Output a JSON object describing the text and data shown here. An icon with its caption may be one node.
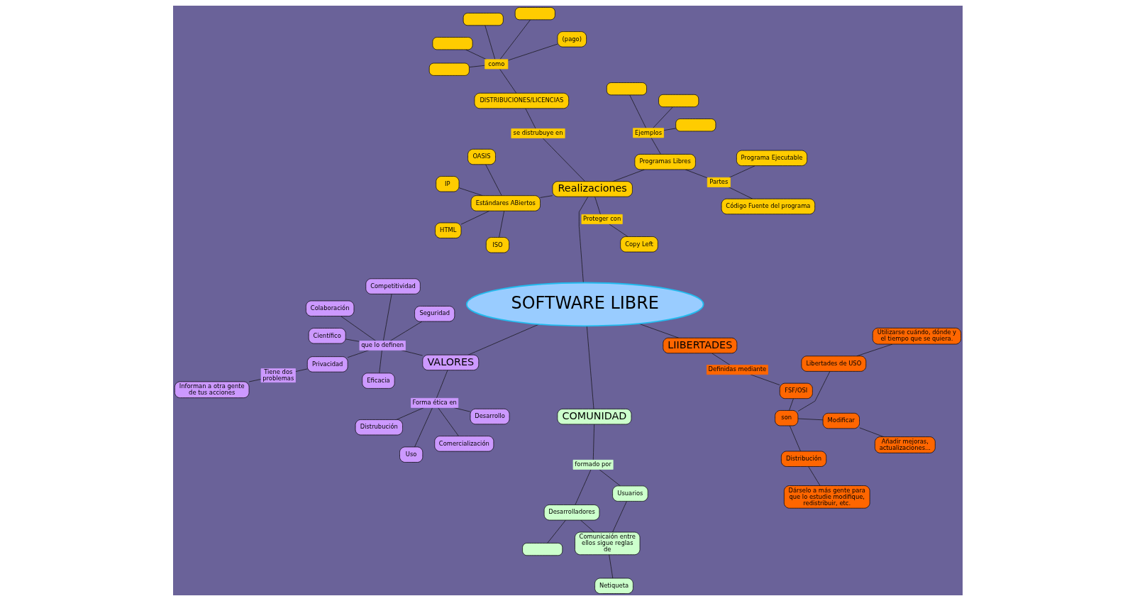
{
  "diagram": {
    "nodes": [
      {
        "text": [
          "SOFTWARE LIBRE"
        ]
      },
      {
        "text": [
          "COMUNIDAD"
        ]
      },
      {
        "text": [
          "formado por"
        ]
      },
      {
        "text": [
          "Desarrolladores"
        ]
      },
      {
        "text": [
          "Usuarios"
        ]
      },
      {
        "text": [],
        "shape": "box"
      },
      {
        "text": [
          "Comunicaión entre ellos sigue reglas de"
        ]
      },
      {
        "text": [
          "Netiqueta"
        ]
      },
      {
        "text": [
          "VALORES"
        ]
      },
      {
        "text": [
          "Forma ética en"
        ]
      },
      {
        "text": [
          "Uso"
        ]
      },
      {
        "text": [
          "Distrubución"
        ]
      },
      {
        "text": [
          "Comercialización"
        ]
      },
      {
        "text": [
          "Desarrollo"
        ]
      },
      {
        "text": [
          "que lo definen"
        ]
      },
      {
        "text": [
          "Privacidad"
        ]
      },
      {
        "text": [
          "Tiene dos problemas"
        ]
      },
      {
        "text": [
          "Informan a otra gente de tus acciones"
        ]
      },
      {
        "text": [
          "Colaboración"
        ]
      },
      {
        "text": [
          "Competitividad"
        ]
      },
      {
        "text": [
          "Eficacia"
        ]
      },
      {
        "text": [
          "Científico"
        ]
      },
      {
        "text": [
          "Seguridad"
        ]
      },
      {
        "text": [
          "LIIBERTADES"
        ]
      },
      {
        "text": [
          "Definidas mediante"
        ]
      },
      {
        "text": [
          "FSF/OSI"
        ]
      },
      {
        "text": [
          "son"
        ]
      },
      {
        "text": [
          "Libertades de USO"
        ]
      },
      {
        "text": [
          "Modificar"
        ]
      },
      {
        "text": [
          "Distribución"
        ]
      },
      {
        "text": [
          "Utilizarse cuándo, dónde y el tiempo que se quiera."
        ]
      },
      {
        "text": [
          "Añadir mejoras, actualizaciones..."
        ]
      },
      {
        "text": [
          "Dárselo a más gente para que lo estudie modifique, redistribuir, etc."
        ]
      },
      {
        "text": [
          "Realizaciones"
        ]
      },
      {
        "text": [
          "Estándares ABiertos"
        ]
      },
      {
        "text": [
          "ISO"
        ]
      },
      {
        "text": [
          "HTML"
        ]
      },
      {
        "text": [
          "OASIS"
        ]
      },
      {
        "text": [
          "IP"
        ]
      },
      {
        "text": [
          "se distrubuye en"
        ]
      },
      {
        "text": [
          "DISTRIBUCIONES/LICENCIAS"
        ]
      },
      {
        "text": [
          "como"
        ]
      },
      {
        "text": [],
        "shape": "box"
      },
      {
        "text": [],
        "shape": "box"
      },
      {
        "text": [],
        "shape": "box"
      },
      {
        "text": [],
        "shape": "box"
      },
      {
        "text": [
          "(pago)"
        ]
      },
      {
        "text": [
          "Programas Libres"
        ]
      },
      {
        "text": [
          "Partes"
        ]
      },
      {
        "text": [
          "Programa Ejecutable"
        ]
      },
      {
        "text": [
          "Código Fuente del programa"
        ]
      },
      {
        "text": [
          "Ejemplos"
        ]
      },
      {
        "text": [],
        "shape": "box"
      },
      {
        "text": [],
        "shape": "box"
      },
      {
        "text": [],
        "shape": "box"
      },
      {
        "text": [
          "Proteger con"
        ]
      },
      {
        "text": [
          "Copy Left"
        ]
      }
    ],
    "edges": [
      {
        "from": 0,
        "to": 1,
        "arrow": "none"
      },
      {
        "from": 1,
        "to": 2,
        "arrow": "none"
      },
      {
        "from": 2,
        "to": 3,
        "arrow": "none"
      },
      {
        "from": 2,
        "to": 4,
        "arrow": "none"
      },
      {
        "from": 3,
        "to": 5,
        "arrow": "none"
      },
      {
        "from": 3,
        "to": 6,
        "arrow": "none"
      },
      {
        "from": 4,
        "to": 6,
        "arrow": "none"
      },
      {
        "from": 6,
        "to": 7,
        "arrow": "none"
      },
      {
        "from": 0,
        "to": 8,
        "arrow": "none"
      },
      {
        "from": 8,
        "to": 9,
        "arrow": "none"
      },
      {
        "from": 9,
        "to": 10,
        "arrow": "none"
      },
      {
        "from": 9,
        "to": 11,
        "arrow": "none"
      },
      {
        "from": 9,
        "to": 12,
        "arrow": "none"
      },
      {
        "from": 9,
        "to": 13,
        "arrow": "none"
      },
      {
        "from": 8,
        "to": 14,
        "arrow": "none"
      },
      {
        "from": 14,
        "to": 15,
        "arrow": "none"
      },
      {
        "from": 15,
        "to": 16,
        "arrow": "none"
      },
      {
        "from": 16,
        "to": 17,
        "arrow": "none"
      },
      {
        "from": 14,
        "to": 18,
        "arrow": "none"
      },
      {
        "from": 14,
        "to": 19,
        "arrow": "none"
      },
      {
        "from": 14,
        "to": 20,
        "arrow": "none"
      },
      {
        "from": 14,
        "to": 21,
        "arrow": "none"
      },
      {
        "from": 14,
        "to": 22,
        "arrow": "none"
      },
      {
        "from": 0,
        "to": 23,
        "arrow": "none"
      },
      {
        "from": 23,
        "to": 24,
        "arrow": "none"
      },
      {
        "from": 24,
        "to": 25,
        "arrow": "none"
      },
      {
        "from": 25,
        "to": 26,
        "arrow": "none"
      },
      {
        "from": 26,
        "to": 27,
        "arrow": "none"
      },
      {
        "from": 26,
        "to": 28,
        "arrow": "none"
      },
      {
        "from": 26,
        "to": 29,
        "arrow": "none"
      },
      {
        "from": 27,
        "to": 30,
        "arrow": "none"
      },
      {
        "from": 28,
        "to": 31,
        "arrow": "none"
      },
      {
        "from": 29,
        "to": 32,
        "arrow": "none"
      },
      {
        "from": 0,
        "to": 33,
        "arrow": "none"
      },
      {
        "from": 33,
        "to": 34,
        "arrow": "none"
      },
      {
        "from": 34,
        "to": 35,
        "arrow": "none"
      },
      {
        "from": 34,
        "to": 36,
        "arrow": "none"
      },
      {
        "from": 34,
        "to": 37,
        "arrow": "none"
      },
      {
        "from": 34,
        "to": 38,
        "arrow": "none"
      },
      {
        "from": 33,
        "to": 39,
        "arrow": "none"
      },
      {
        "from": 39,
        "to": 40,
        "arrow": "none"
      },
      {
        "from": 40,
        "to": 41,
        "arrow": "none"
      },
      {
        "from": 41,
        "to": 42,
        "arrow": "none"
      },
      {
        "from": 41,
        "to": 43,
        "arrow": "none"
      },
      {
        "from": 41,
        "to": 44,
        "arrow": "none"
      },
      {
        "from": 41,
        "to": 45,
        "arrow": "none"
      },
      {
        "from": 41,
        "to": 46,
        "arrow": "none"
      },
      {
        "from": 33,
        "to": 47,
        "arrow": "none"
      },
      {
        "from": 47,
        "to": 48,
        "arrow": "none"
      },
      {
        "from": 48,
        "to": 49,
        "arrow": "none"
      },
      {
        "from": 48,
        "to": 50,
        "arrow": "none"
      },
      {
        "from": 47,
        "to": 51,
        "arrow": "none"
      },
      {
        "from": 51,
        "to": 52,
        "arrow": "none"
      },
      {
        "from": 51,
        "to": 53,
        "arrow": "none"
      },
      {
        "from": 51,
        "to": 54,
        "arrow": "none"
      },
      {
        "from": 33,
        "to": 55,
        "arrow": "none"
      },
      {
        "from": 55,
        "to": 56,
        "arrow": "none"
      }
    ]
  }
}
